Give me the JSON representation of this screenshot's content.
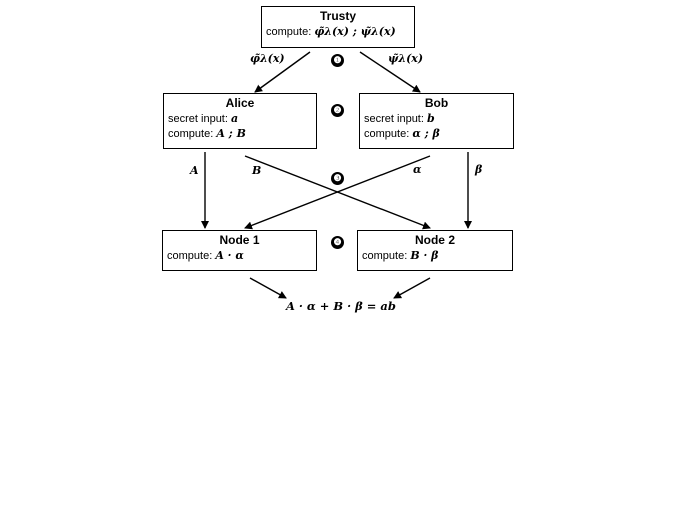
{
  "trusty": {
    "title": "Trusty",
    "compute_label": "compute:",
    "compute_value": "φ̃λ(x)  ;  ψ̃λ(x)"
  },
  "alice": {
    "title": "Alice",
    "secret_label": "secret input:",
    "secret_value": "a",
    "compute_label": "compute:",
    "compute_value": "A ; B"
  },
  "bob": {
    "title": "Bob",
    "secret_label": "secret input:",
    "secret_value": "b",
    "compute_label": "compute:",
    "compute_value": "α ; β"
  },
  "node1": {
    "title": "Node 1",
    "compute_label": "compute:",
    "compute_value": "A · α"
  },
  "node2": {
    "title": "Node 2",
    "compute_label": "compute:",
    "compute_value": "B · β"
  },
  "edge_labels": {
    "trusty_to_alice": "φ̃λ(x)",
    "trusty_to_bob": "ψ̃λ(x)",
    "alice_to_node1": "A",
    "alice_to_node2": "B",
    "bob_to_node1": "α",
    "bob_to_node2": "β"
  },
  "steps": [
    "❶",
    "❷",
    "❸",
    "❹"
  ],
  "result": "A · α + B · β = ab"
}
